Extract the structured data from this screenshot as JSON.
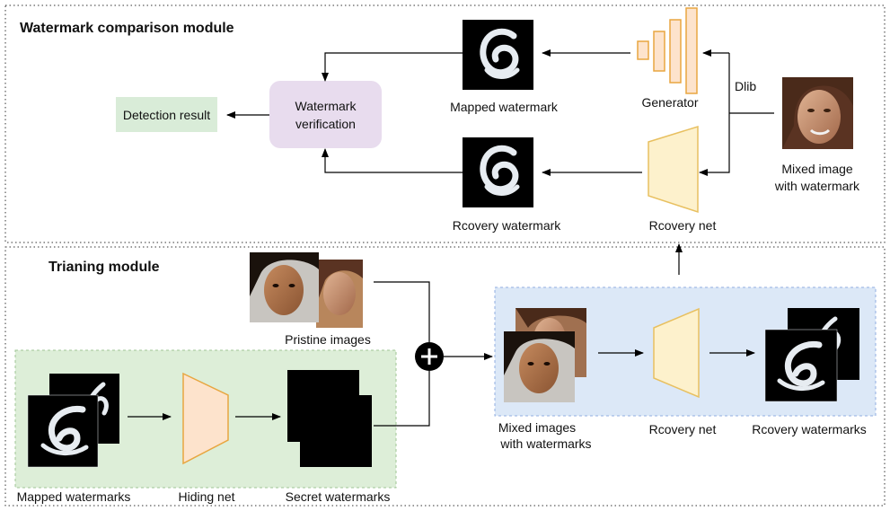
{
  "comparison_module": {
    "title": "Watermark comparison module",
    "generator_label": "Generator",
    "mapped_watermark_label": "Mapped watermark",
    "verification_label_line1": "Watermark",
    "verification_label_line2": "verification",
    "detection_label": "Detection result",
    "dlib_label": "Dlib",
    "mixed_image_line1": "Mixed image",
    "mixed_image_line2": "with watermark",
    "recovery_watermark_label": "Rcovery watermark",
    "recovery_net_label": "Rcovery net"
  },
  "training_module": {
    "title": "Trianing module",
    "pristine_label": "Pristine images",
    "mapped_watermarks_label": "Mapped watermarks",
    "hiding_net_label": "Hiding net",
    "secret_watermarks_label": "Secret watermarks",
    "mixed_images_line1": "Mixed images",
    "mixed_images_line2": "with watermarks",
    "recovery_net_label": "Rcovery net",
    "recovery_watermarks_label": "Rcovery watermarks"
  },
  "colors": {
    "verification_fill": "#e8dcee",
    "detection_fill": "#d9ecd8",
    "generator_fill": "#fde3cc",
    "generator_stroke": "#e8a640",
    "recovery_fill": "#fdf1cc",
    "recovery_stroke": "#e8c060",
    "training_green": "#ddeed8",
    "training_blue": "#dce8f7"
  }
}
